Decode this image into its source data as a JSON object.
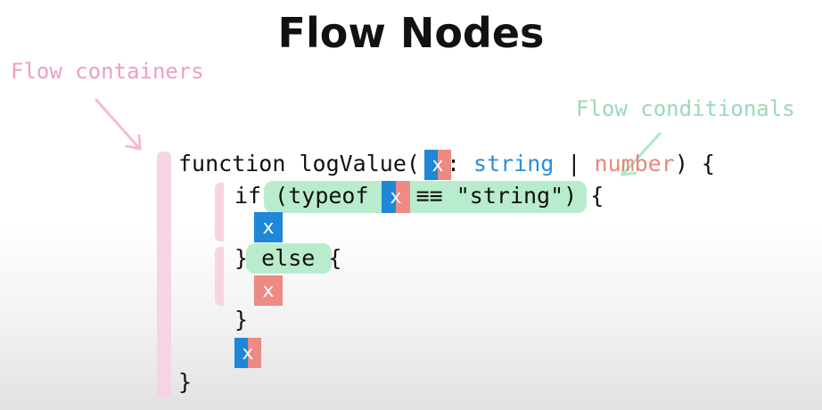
{
  "title": "Flow Nodes",
  "annotations": {
    "containers": "Flow containers",
    "conditionals": "Flow conditionals"
  },
  "colors": {
    "container_bar": "#f7d4e3",
    "conditional_pill": "#b9eccd",
    "string_type": "#2a8fdc",
    "number_type": "#e8877f",
    "x_blue": "#1f87d8",
    "x_red": "#ec8a83"
  },
  "code": {
    "line1_prefix": "function logValue(",
    "line1_colon": ": ",
    "line1_string": "string",
    "line1_pipe": " | ",
    "line1_number": "number",
    "line1_suffix": ") {",
    "line2_if": "if (",
    "line2_typeof": "typeof ",
    "line2_eq": "≡≡ ",
    "line2_string": "\"string\"",
    "line2_suffix": ") {",
    "line4_close": "}",
    "line4_else": " else ",
    "line4_brace": "{",
    "line6_close": "}",
    "line8_close": "}",
    "var": "x"
  }
}
